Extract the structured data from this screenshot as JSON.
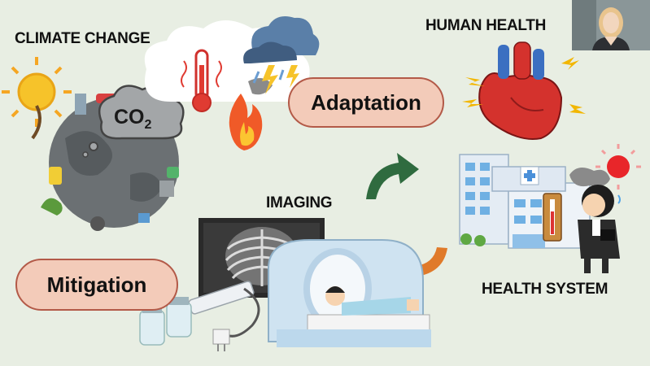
{
  "slide": {
    "climate_change": "CLIMATE CHANGE",
    "human_health": "HUMAN HEALTH",
    "imaging": "IMAGING",
    "health_system": "HEALTH SYSTEM",
    "adaptation": "Adaptation",
    "mitigation": "Mitigation",
    "co2_main": "CO",
    "co2_sub": "2"
  },
  "colors": {
    "pill_fill": "#f3cbb9",
    "pill_border": "#b35a48",
    "background": "#e8eee3",
    "arrow_green": "#2f6b3f",
    "arrow_orange": "#e07a2a"
  },
  "video_thumbnail": {
    "person": "presenter-webcam"
  }
}
